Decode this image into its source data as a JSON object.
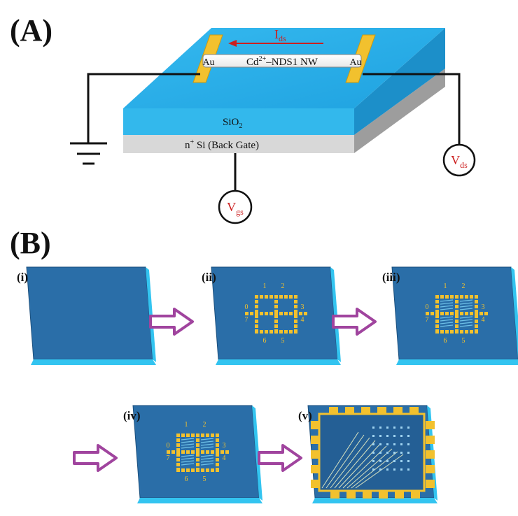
{
  "panel_a": {
    "label": "(A)",
    "current_label": "I",
    "current_sub": "ds",
    "nanowire_label": "NDS1 NW",
    "nanowire_prefix": "Cd",
    "nanowire_sup": "2+",
    "electrode_left": "Au",
    "electrode_right": "Au",
    "oxide_label": "SiO",
    "oxide_sub": "2",
    "substrate_prefix": "n",
    "substrate_sup": "+",
    "substrate_label": " Si (Back Gate)",
    "vds_main": "V",
    "vds_sub": "ds",
    "vgs_main": "V",
    "vgs_sub": "gs"
  },
  "panel_b": {
    "label": "(B)",
    "steps": [
      "(i)",
      "(ii)",
      "(iii)",
      "(iv)",
      "(v)"
    ],
    "pad_numbers": [
      "1",
      "2",
      "0",
      "3",
      "7",
      "4",
      "6",
      "5"
    ]
  },
  "colors": {
    "chip_top": "#2a6ea8",
    "chip_edge": "#33c4f0",
    "gold": "#f2c12e",
    "arrow": "#a0449e",
    "sio2": "#33b8ec",
    "si": "#d8d8d8",
    "current_arrow": "#cc1f1f"
  }
}
